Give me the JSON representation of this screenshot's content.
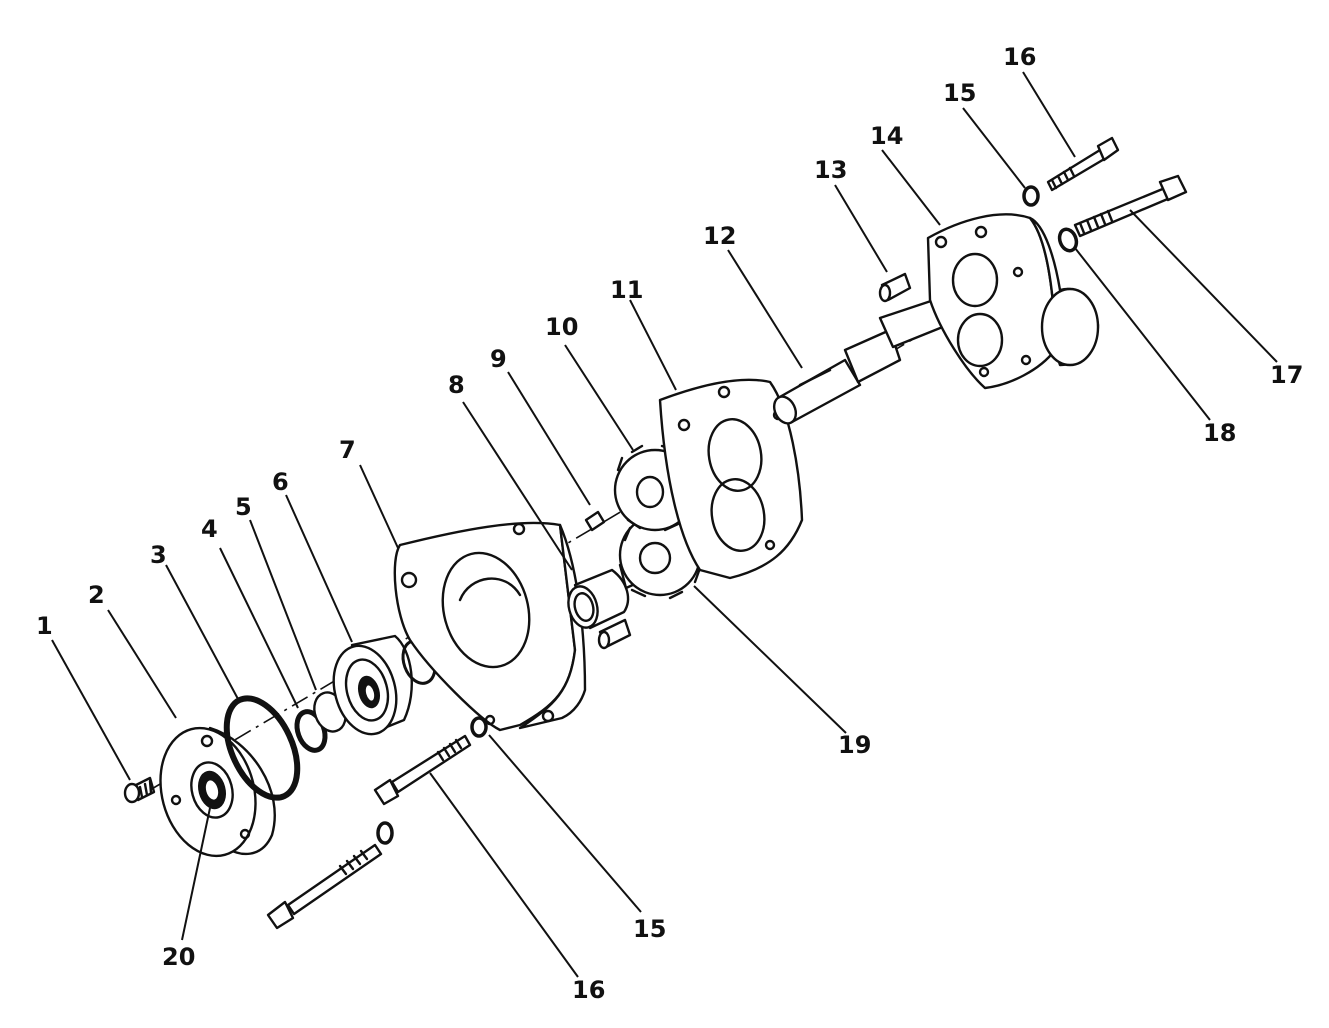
{
  "callouts": [
    {
      "id": "1",
      "label": "1"
    },
    {
      "id": "2",
      "label": "2"
    },
    {
      "id": "3",
      "label": "3"
    },
    {
      "id": "4",
      "label": "4"
    },
    {
      "id": "5",
      "label": "5"
    },
    {
      "id": "6",
      "label": "6"
    },
    {
      "id": "7",
      "label": "7"
    },
    {
      "id": "8",
      "label": "8"
    },
    {
      "id": "9",
      "label": "9"
    },
    {
      "id": "10",
      "label": "10"
    },
    {
      "id": "11",
      "label": "11"
    },
    {
      "id": "12",
      "label": "12"
    },
    {
      "id": "13",
      "label": "13"
    },
    {
      "id": "14",
      "label": "14"
    },
    {
      "id": "15a",
      "label": "15"
    },
    {
      "id": "16a",
      "label": "16"
    },
    {
      "id": "17",
      "label": "17"
    },
    {
      "id": "18",
      "label": "18"
    },
    {
      "id": "19",
      "label": "19"
    },
    {
      "id": "15b",
      "label": "15"
    },
    {
      "id": "16b",
      "label": "16"
    },
    {
      "id": "20",
      "label": "20"
    }
  ]
}
